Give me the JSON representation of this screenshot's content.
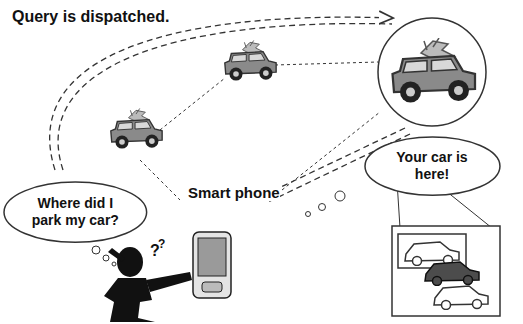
{
  "diagram": {
    "nodes": [
      {
        "text": [
          "Where did I park my car?"
        ]
      },
      {
        "text": [
          "Your car is here!"
        ]
      }
    ],
    "labels": [
      "Query is dispatched.",
      "Smart phone"
    ]
  }
}
